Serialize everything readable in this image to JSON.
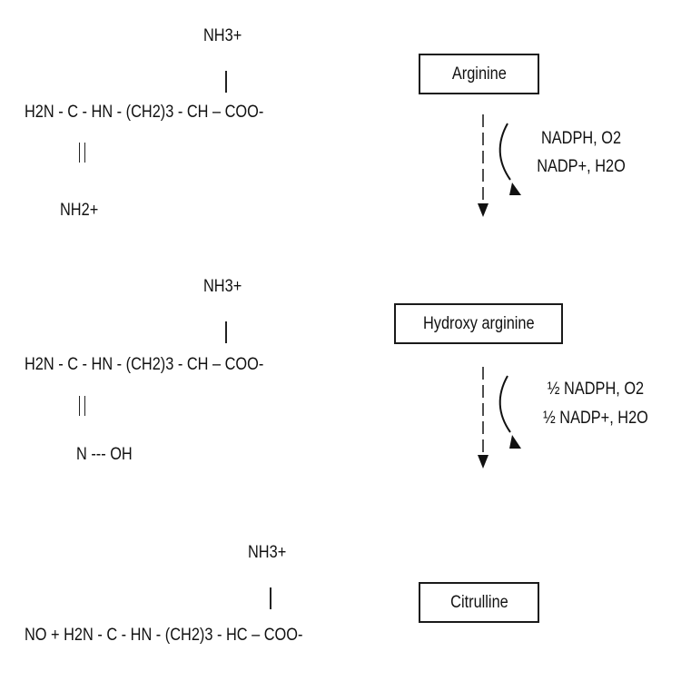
{
  "arginine_structure": {
    "top_group": "NH3+",
    "backbone": "H2N - C - HN - (CH2)3 - CH – COO-",
    "bottom_group": "NH2+"
  },
  "hydroxyarginine_structure": {
    "top_group": "NH3+",
    "backbone": "H2N - C - HN - (CH2)3 - CH – COO-",
    "bottom_group": "N --- OH"
  },
  "citrulline_structure": {
    "top_group": "NH3+",
    "backbone": "NO + H2N - C - HN - (CH2)3 - HC – COO-"
  },
  "pathway": {
    "step1_label": "Arginine",
    "step2_label": "Hydroxy arginine",
    "step3_label": "Citrulline",
    "reaction1": {
      "input": "NADPH, O2",
      "output": "NADP+, H2O"
    },
    "reaction2": {
      "input": "½ NADPH, O2",
      "output": "½ NADP+, H2O"
    }
  }
}
